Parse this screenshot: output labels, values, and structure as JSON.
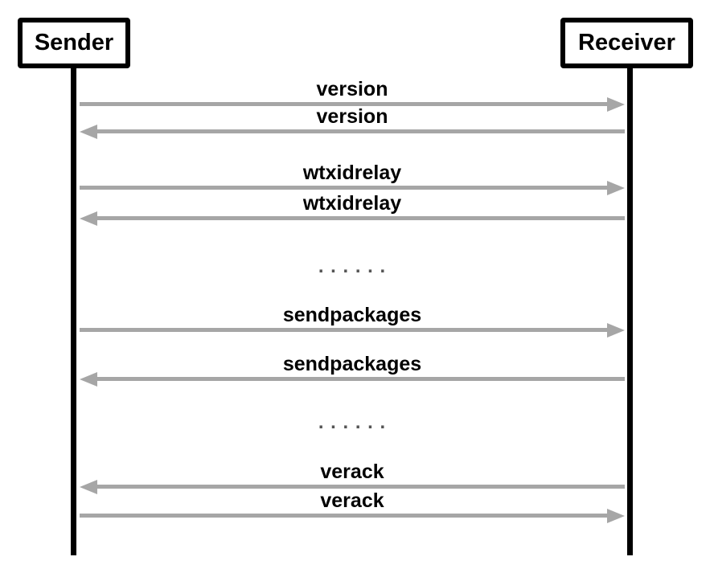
{
  "diagram": {
    "type": "sequence",
    "actors": [
      {
        "label": "Sender"
      },
      {
        "label": "Receiver"
      }
    ],
    "messages": [
      {
        "label": "version",
        "direction": "right"
      },
      {
        "label": "version",
        "direction": "left"
      },
      {
        "label": "wtxidrelay",
        "direction": "right"
      },
      {
        "label": "wtxidrelay",
        "direction": "left"
      },
      {
        "label": ". . . . . .",
        "type": "ellipsis"
      },
      {
        "label": "sendpackages",
        "direction": "right"
      },
      {
        "label": "sendpackages",
        "direction": "left"
      },
      {
        "label": ". . . . . .",
        "type": "ellipsis"
      },
      {
        "label": "verack",
        "direction": "left"
      },
      {
        "label": "verack",
        "direction": "right"
      }
    ],
    "colors": {
      "arrow": "#a6a6a6",
      "lifeline": "#000000",
      "actor_border": "#000000",
      "label_text": "#000000",
      "ellipsis_text": "#555555",
      "background": "#ffffff"
    }
  }
}
